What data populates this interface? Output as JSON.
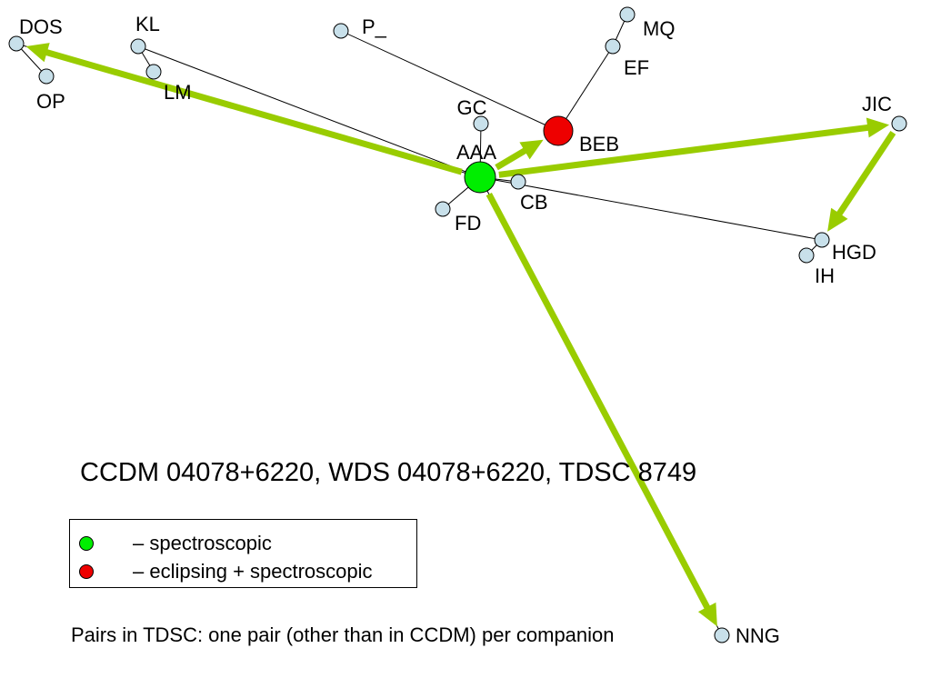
{
  "colors": {
    "arrow": "#99cc00",
    "node_fill": "#c8e0ea",
    "spectroscopic": "#00ee00",
    "eclipsing": "#ee0000"
  },
  "nodes": [
    {
      "id": "DOS",
      "label": "DOS",
      "type": "small"
    },
    {
      "id": "OP",
      "label": "OP",
      "type": "small"
    },
    {
      "id": "KL",
      "label": "KL",
      "type": "small"
    },
    {
      "id": "LM",
      "label": "LM",
      "type": "small"
    },
    {
      "id": "P_",
      "label": "P_",
      "type": "small"
    },
    {
      "id": "MQ",
      "label": "MQ",
      "type": "small"
    },
    {
      "id": "EF",
      "label": "EF",
      "type": "small"
    },
    {
      "id": "GC",
      "label": "GC",
      "type": "small"
    },
    {
      "id": "AAA",
      "label": "AAA",
      "type": "spectroscopic"
    },
    {
      "id": "BEB",
      "label": "BEB",
      "type": "eclipsing"
    },
    {
      "id": "CB",
      "label": "CB",
      "type": "small"
    },
    {
      "id": "FD",
      "label": "FD",
      "type": "small"
    },
    {
      "id": "JIC",
      "label": "JIC",
      "type": "small"
    },
    {
      "id": "HGD",
      "label": "HGD",
      "type": "small"
    },
    {
      "id": "IH",
      "label": "IH",
      "type": "small"
    },
    {
      "id": "NNG",
      "label": "NNG",
      "type": "small"
    }
  ],
  "edges": [
    [
      "DOS",
      "OP"
    ],
    [
      "DOS",
      "AAA"
    ],
    [
      "KL",
      "LM"
    ],
    [
      "KL",
      "AAA"
    ],
    [
      "P_",
      "BEB"
    ],
    [
      "MQ",
      "EF"
    ],
    [
      "EF",
      "BEB"
    ],
    [
      "GC",
      "AAA"
    ],
    [
      "AAA",
      "CB"
    ],
    [
      "AAA",
      "FD"
    ],
    [
      "AAA",
      "HGD"
    ],
    [
      "HGD",
      "IH"
    ],
    [
      "AAA",
      "NNG"
    ]
  ],
  "arrows": [
    [
      "AAA",
      "DOS"
    ],
    [
      "AAA",
      "BEB"
    ],
    [
      "AAA",
      "JIC"
    ],
    [
      "JIC",
      "HGD"
    ],
    [
      "AAA",
      "NNG"
    ]
  ],
  "caption": "CCDM 04078+6220, WDS 04078+6220, TDSC 8749",
  "legend": {
    "spectroscopic": "– spectroscopic",
    "eclipsing": "– eclipsing + spectroscopic"
  },
  "footnote": "Pairs in TDSC: one pair (other than in CCDM) per companion"
}
